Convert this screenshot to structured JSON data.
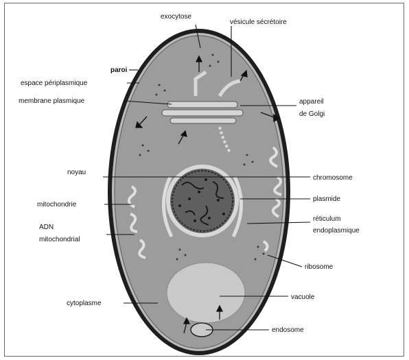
{
  "labels": {
    "exocytose": "exocytose",
    "vesicule_secretoire": "vésicule sécrétoire",
    "paroi": "paroi",
    "espace_periplasmique": "espace périplasmique",
    "membrane_plasmique": "membrane plasmique",
    "appareil_golgi_1": "appareil",
    "appareil_golgi_2": "de Golgi",
    "noyau": "noyau",
    "chromosome": "chromosome",
    "plasmide": "plasmide",
    "mitochondrie": "mitochondrie",
    "reticulum_1": "réticulum",
    "reticulum_2": "endoplasmique",
    "adn_mito_1": "ADN",
    "adn_mito_2": "mitochondrial",
    "ribosome": "ribosome",
    "cytoplasme": "cytoplasme",
    "vacuole": "vacuole",
    "endosome": "endosome"
  },
  "colors": {
    "wall": "#1e1e1e",
    "cytoplasm": "#9a9a9a",
    "periplasm": "#b9b9b9",
    "nucleus": "#5f5f5f",
    "vacuole": "#c9c9c9",
    "organelle": "#6e6e6e"
  }
}
